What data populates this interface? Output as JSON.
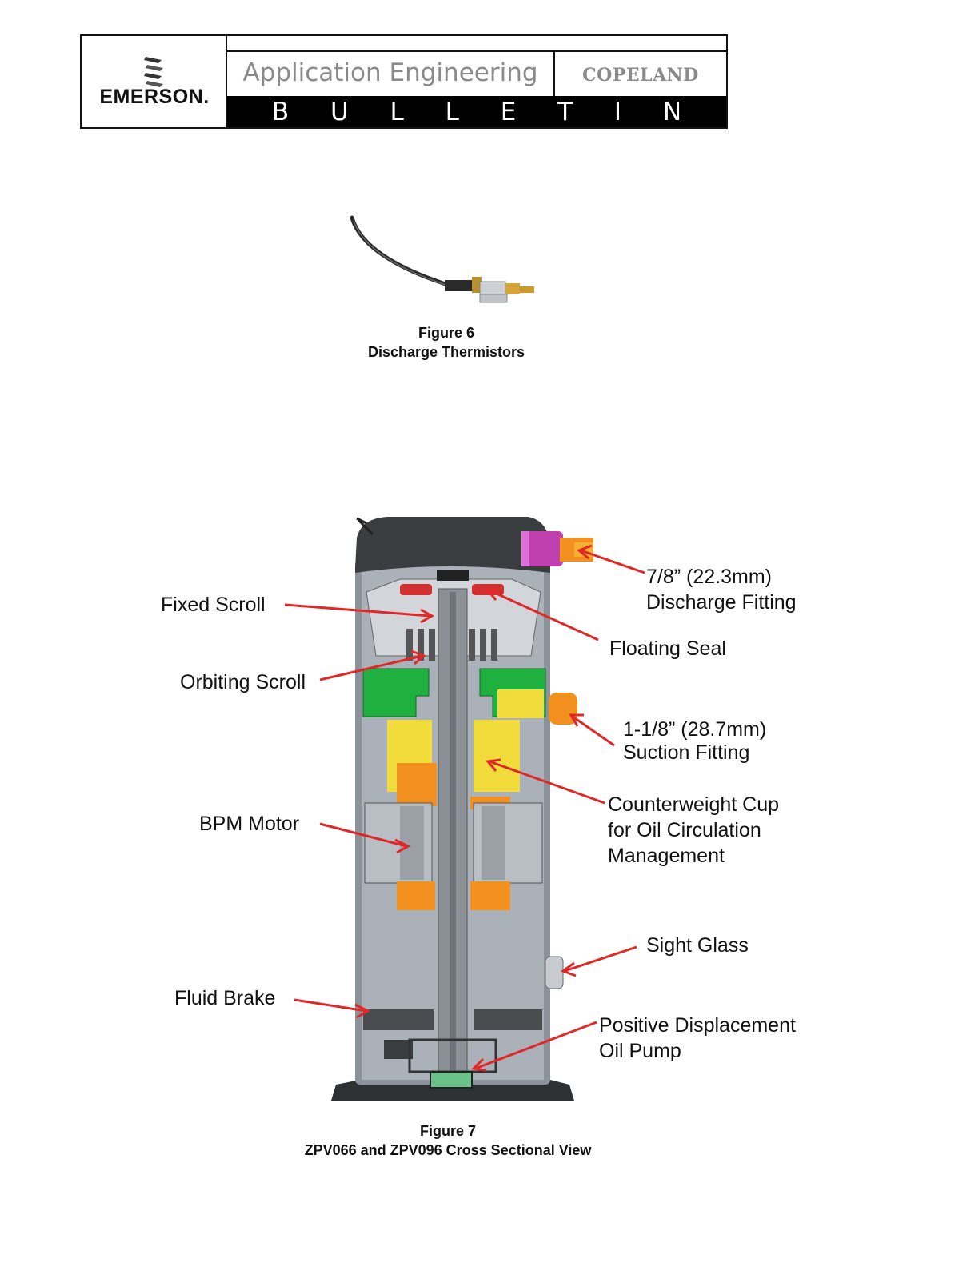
{
  "header": {
    "brand": "EMERSON.",
    "section_title": "Application Engineering",
    "product_brand": "COPELAND",
    "bulletin_letters": [
      "B",
      "U",
      "L",
      "L",
      "E",
      "T",
      "I",
      "N"
    ]
  },
  "figure6": {
    "number": "Figure 6",
    "title": "Discharge Thermistors"
  },
  "figure7": {
    "number": "Figure 7",
    "title": "ZPV066 and ZPV096 Cross Sectional View",
    "labels": {
      "fixed_scroll": "Fixed Scroll",
      "orbiting_scroll": "Orbiting Scroll",
      "bpm_motor": "BPM Motor",
      "fluid_brake": "Fluid Brake",
      "discharge_fitting_line1": "7/8” (22.3mm)",
      "discharge_fitting_line2": "Discharge Fitting",
      "floating_seal": "Floating Seal",
      "suction_fitting_line1": "1-1/8” (28.7mm)",
      "suction_fitting_line2": "Suction Fitting",
      "counterweight_line1": "Counterweight Cup",
      "counterweight_line2": "for Oil Circulation",
      "counterweight_line3": "Management",
      "sight_glass": "Sight Glass",
      "oil_pump_line1": "Positive Displacement",
      "oil_pump_line2": "Oil Pump"
    }
  },
  "colors": {
    "shell": "#9aa1a8",
    "cap": "#3a3d40",
    "scroll_green": "#1fb040",
    "counterweight_yellow": "#f2dc3c",
    "winding_orange": "#f29020",
    "discharge_magenta": "#c040b0",
    "seal_red": "#d03030",
    "arrow_red": "#e02828"
  }
}
